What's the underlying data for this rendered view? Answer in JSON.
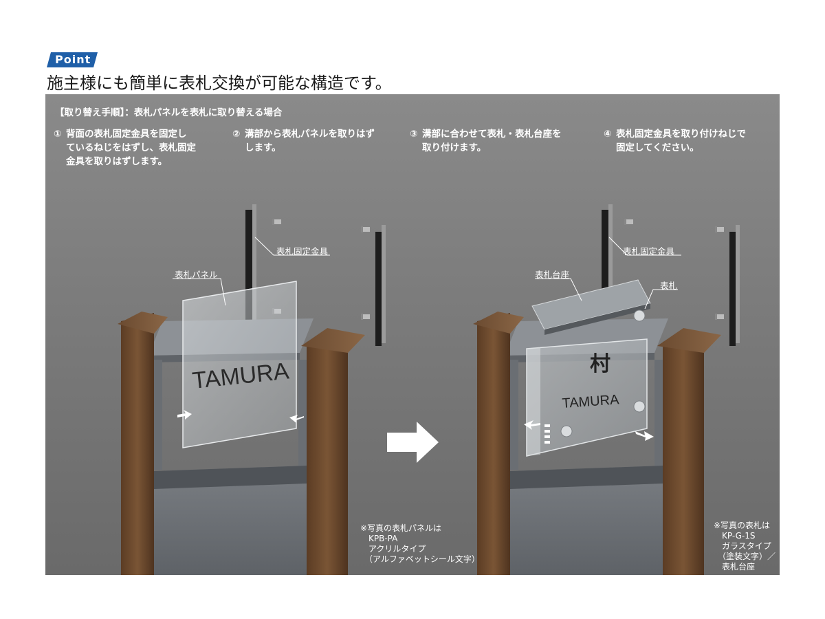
{
  "header": {
    "point_label": "Point",
    "headline": "施主様にも簡単に表札交換が可能な構造です。"
  },
  "panel": {
    "procedure_title": "【取り替え手順】：表札パネルを表札に取り替える場合",
    "steps": [
      {
        "num": "①",
        "text": "背面の表札固定金具を固定し\nているねじをはずし、表札固定\n金具を取りはずします。"
      },
      {
        "num": "②",
        "text": "溝部から表札パネルを取りはず\nします。"
      },
      {
        "num": "③",
        "text": "溝部に合わせて表札・表札台座を\n取り付けます。"
      },
      {
        "num": "④",
        "text": "表札固定金具を取り付けねじで\n固定してください。"
      }
    ],
    "left_scene": {
      "callout_bracket": "表札固定金具",
      "callout_panel": "表札パネル",
      "panel_lettering": "TAMURA",
      "note": [
        "※写真の表札パネルは",
        "KPB-PA",
        "アクリルタイプ",
        "（アルファベットシール文字）"
      ]
    },
    "right_scene": {
      "callout_bracket": "表札固定金具",
      "callout_base": "表札台座",
      "callout_nameplate": "表札",
      "plate_lettering": "TAMURA",
      "plate_kanji": "村",
      "note": [
        "※写真の表札は",
        "KP-G-1S",
        "ガラスタイプ",
        "（塗装文字）／",
        "表札台座"
      ]
    },
    "colors": {
      "badge_blue": "#1f5fa8",
      "wood": "#6e4a2e",
      "metal": "#6a6e73",
      "panel_bg": "#7d7d7d"
    }
  }
}
